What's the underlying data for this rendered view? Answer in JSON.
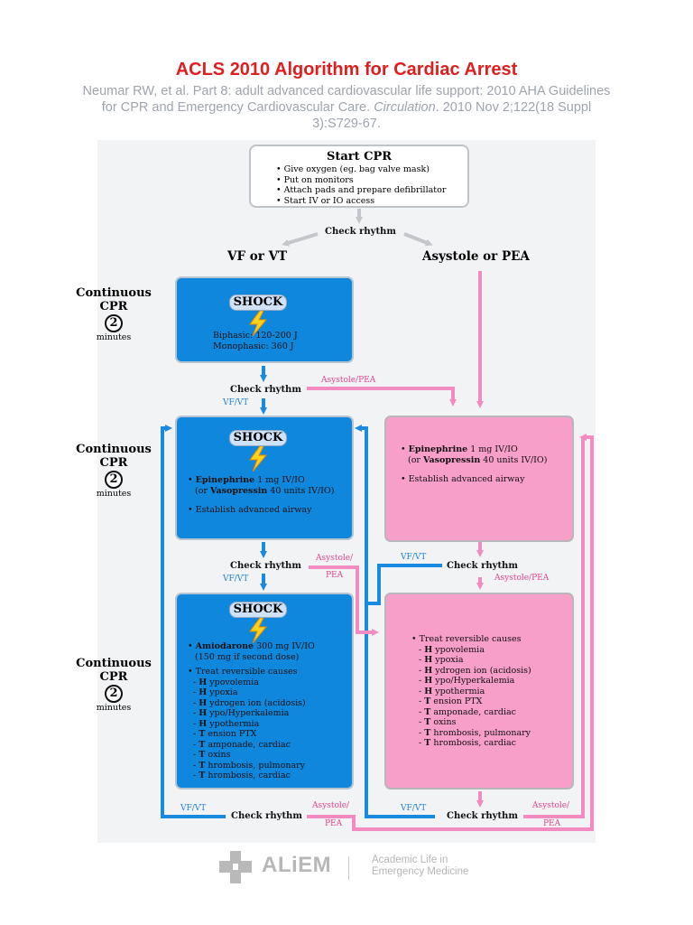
{
  "header": {
    "title": "ACLS 2010 Algorithm for Cardiac Arrest",
    "citation_a": "Neumar RW, et al. Part 8: adult advanced cardiovascular life support: 2010 AHA Guidelines for CPR and Emergency Cardiovascular Care. ",
    "citation_journal": "Circulation",
    "citation_b": ". 2010 Nov 2;122(18 Suppl 3):S729-67."
  },
  "start": {
    "title": "Start CPR",
    "items": [
      "• Give oxygen (eg. bag valve mask)",
      "• Put on monitors",
      "• Attach pads and prepare defibrillator",
      "• Start IV or IO access"
    ]
  },
  "check_rhythm": "Check rhythm",
  "branches": {
    "left": "VF or VT",
    "right": "Asystole or PEA"
  },
  "side": {
    "cpr_line1": "Continuous",
    "cpr_line2": "CPR",
    "timer_value": "2",
    "minutes": "minutes"
  },
  "shock_label": "SHOCK",
  "box1": {
    "line1": "Biphasic: 120-200 J",
    "line2": "Monophasic: 360 J"
  },
  "box2": {
    "drug1_name": "Epinephrine",
    "drug1_dose": " 1 mg IV/IO",
    "drug2_pre": "(or ",
    "drug2_name": "Vasopressin",
    "drug2_dose": " 40 units IV/IO)",
    "airway": "• Establish advanced airway"
  },
  "box3": {
    "drug_name": "Amiodarone",
    "drug_dose": " 300 mg IV/IO",
    "drug_note": "(150 mg if second dose)",
    "causes_title": "• Treat reversible causes",
    "causes": [
      [
        "H",
        "ypovolemia"
      ],
      [
        "H",
        "ypoxia"
      ],
      [
        "H",
        "ydrogen ion (acidosis)"
      ],
      [
        "H",
        "ypo/Hyperkalemia"
      ],
      [
        "H",
        "ypothermia"
      ],
      [
        "T",
        "ension PTX"
      ],
      [
        "T",
        "amponade, cardiac"
      ],
      [
        "T",
        "oxins"
      ],
      [
        "T",
        "hrombosis, pulmonary"
      ],
      [
        "T",
        "hrombosis, cardiac"
      ]
    ]
  },
  "pink1": {
    "drug1_name": "Epinephrine",
    "drug1_dose": " 1 mg IV/IO",
    "drug2_pre": "(or ",
    "drug2_name": "Vasopressin",
    "drug2_dose": " 40 units IV/IO)",
    "airway": "• Establish advanced airway"
  },
  "pink2": {
    "causes_title": "• Treat reversible causes",
    "causes": [
      [
        "H",
        "ypovolemia"
      ],
      [
        "H",
        "ypoxia"
      ],
      [
        "H",
        "ydrogen ion (acidosis)"
      ],
      [
        "H",
        "ypo/Hyperkalemia"
      ],
      [
        "H",
        "ypothermia"
      ],
      [
        "T",
        "ension PTX"
      ],
      [
        "T",
        "amponade, cardiac"
      ],
      [
        "T",
        "oxins"
      ],
      [
        "T",
        "hrombosis, pulmonary"
      ],
      [
        "T",
        "hrombosis, cardiac"
      ]
    ]
  },
  "labels": {
    "vfvt": "VF/VT",
    "asystole_pea": "Asystole/PEA",
    "asystole_slash": "Asystole/",
    "pea": "PEA"
  },
  "logo": {
    "word": "ALiEM",
    "line1": "Academic Life in",
    "line2": "Emergency Medicine"
  },
  "colors": {
    "blue": "#0f87dd",
    "pink": "#f79ec9",
    "arrow_blue": "#1a8ae0",
    "arrow_pink": "#f28cc0",
    "title_red": "#e01e1e"
  }
}
